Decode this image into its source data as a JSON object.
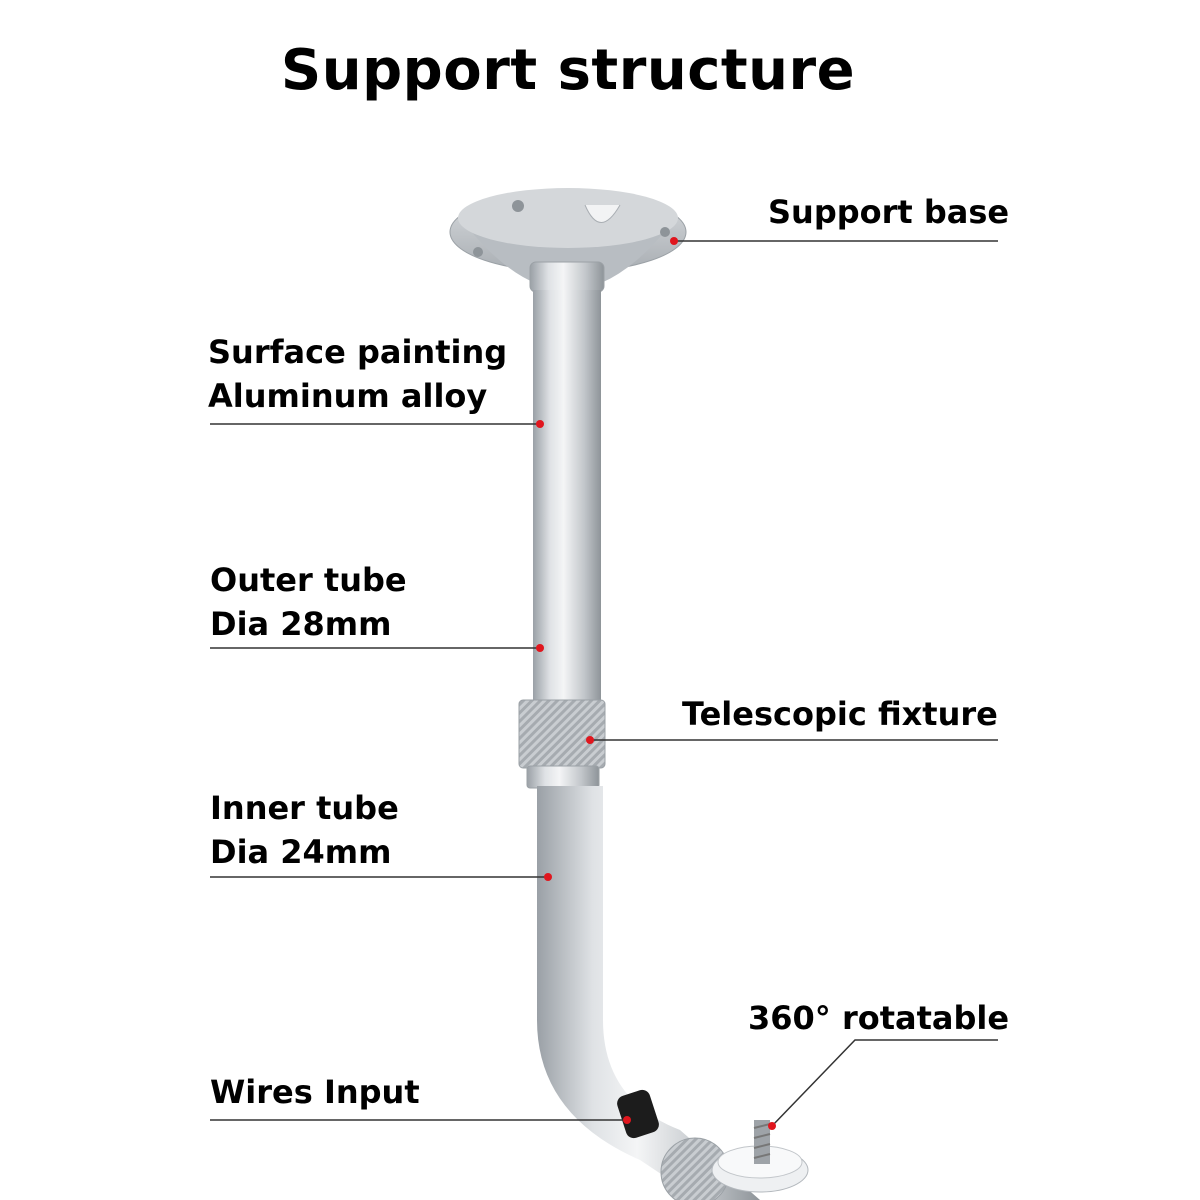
{
  "title": "Support structure",
  "labels": {
    "support_base": "Support base",
    "surface_line1": "Surface painting",
    "surface_line2": "Aluminum alloy",
    "outer_line1": "Outer tube",
    "outer_line2": "Dia 28mm",
    "telescopic": "Telescopic fixture",
    "inner_line1": "Inner tube",
    "inner_line2": "Dia 24mm",
    "rotatable": "360° rotatable",
    "wires": "Wires Input"
  },
  "colors": {
    "marker": "#e0161e",
    "leader_line": "#333333",
    "metal": "#c8ccd0"
  }
}
